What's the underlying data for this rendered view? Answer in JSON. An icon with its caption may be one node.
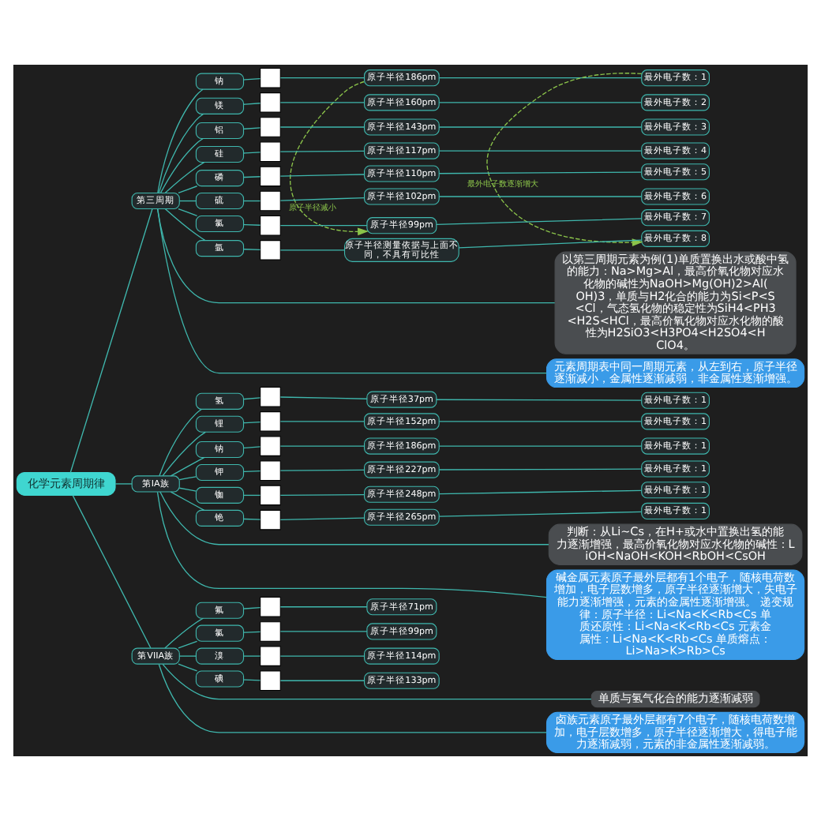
{
  "diagram": {
    "nodes": [
      {
        "text": [
          "化学元素周期律"
        ]
      },
      {
        "text": [
          "第三周期"
        ]
      },
      {
        "text": [
          "钠"
        ]
      },
      {
        "text": [],
        "shape": "box"
      },
      {
        "text": [
          "原子半径186pm"
        ]
      },
      {
        "text": [
          "最外电子数：1"
        ]
      },
      {
        "text": [
          "镁"
        ]
      },
      {
        "text": [],
        "shape": "box"
      },
      {
        "text": [
          "原子半径160pm"
        ]
      },
      {
        "text": [
          "最外电子数：2"
        ]
      },
      {
        "text": [
          "铝"
        ]
      },
      {
        "text": [],
        "shape": "box"
      },
      {
        "text": [
          "原子半径143pm"
        ]
      },
      {
        "text": [
          "最外电子数：3"
        ]
      },
      {
        "text": [
          "硅"
        ]
      },
      {
        "text": [],
        "shape": "box"
      },
      {
        "text": [
          "原子半径117pm"
        ]
      },
      {
        "text": [
          "最外电子数：4"
        ]
      },
      {
        "text": [
          "磷"
        ]
      },
      {
        "text": [],
        "shape": "box"
      },
      {
        "text": [
          "原子半径110pm"
        ]
      },
      {
        "text": [
          "最外电子数：5"
        ]
      },
      {
        "text": [
          "硫"
        ]
      },
      {
        "text": [],
        "shape": "box"
      },
      {
        "text": [
          "原子半径102pm"
        ]
      },
      {
        "text": [
          "最外电子数：6"
        ]
      },
      {
        "text": [
          "氯"
        ]
      },
      {
        "text": [],
        "shape": "box"
      },
      {
        "text": [
          "原子半径99pm"
        ]
      },
      {
        "text": [
          "最外电子数：7"
        ]
      },
      {
        "text": [
          "氩"
        ]
      },
      {
        "text": [],
        "shape": "box"
      },
      {
        "text": [
          "原子半径测量依据与上面不同，不具有可比性"
        ]
      },
      {
        "text": [
          "最外电子数：8"
        ]
      },
      {
        "text": [
          "以第三周期元素为例(1)单质置换出水或酸中氢的能力：Na>Mg>Al，最高价氧化物对应水化物的碱性为NaOH>Mg(OH)2>Al(OH)3，单质与H2化合的能力为Si<P<S<Cl，气态氢化物的稳定性为SiH4<PH3<H2S<HCl，最高价氧化物对应水化物的酸性为H2SiO3<H3PO4<H2SO4<HClO4。"
        ]
      },
      {
        "text": [
          "元素周期表中同一周期元素，从左到右，原子半径逐渐减小，金属性逐渐减弱，非金属性逐渐增强。"
        ]
      },
      {
        "text": [
          "第IA族"
        ]
      },
      {
        "text": [
          "氢"
        ]
      },
      {
        "text": [],
        "shape": "box"
      },
      {
        "text": [
          "原子半径37pm"
        ]
      },
      {
        "text": [
          "最外电子数：1"
        ]
      },
      {
        "text": [
          "锂"
        ]
      },
      {
        "text": [],
        "shape": "box"
      },
      {
        "text": [
          "原子半径152pm"
        ]
      },
      {
        "text": [
          "最外电子数：1"
        ]
      },
      {
        "text": [
          "钠"
        ]
      },
      {
        "text": [],
        "shape": "box"
      },
      {
        "text": [
          "原子半径186pm"
        ]
      },
      {
        "text": [
          "最外电子数：1"
        ]
      },
      {
        "text": [
          "钾"
        ]
      },
      {
        "text": [],
        "shape": "box"
      },
      {
        "text": [
          "原子半径227pm"
        ]
      },
      {
        "text": [
          "最外电子数：1"
        ]
      },
      {
        "text": [
          "铷"
        ]
      },
      {
        "text": [],
        "shape": "box"
      },
      {
        "text": [
          "原子半径248pm"
        ]
      },
      {
        "text": [
          "最外电子数：1"
        ]
      },
      {
        "text": [
          "铯"
        ]
      },
      {
        "text": [],
        "shape": "box"
      },
      {
        "text": [
          "原子半径265pm"
        ]
      },
      {
        "text": [
          "最外电子数：1"
        ]
      },
      {
        "text": [
          "判断：从Li~Cs，在H+或水中置换出氢的能力逐渐增强，最高价氧化物对应水化物的碱性：LiOH<NaOH<KOH<RbOH<CsOH"
        ]
      },
      {
        "text": [
          "碱金属元素原子最外层都有1个电子，随核电荷数增加，电子层数增多，原子半径逐渐增大，失电子能力逐渐增强，元素的金属性逐渐增强。 递变规律：原子半径：Li<Na<K<Rb<Cs 单质还原性：Li<Na<K<Rb<Cs 元素金属性：Li<Na<K<Rb<Cs 单质熔点：Li>Na>K>Rb>Cs"
        ]
      },
      {
        "text": [
          "第VIIA族"
        ]
      },
      {
        "text": [
          "氟"
        ]
      },
      {
        "text": [],
        "shape": "box"
      },
      {
        "text": [
          "原子半径71pm"
        ]
      },
      {
        "text": [
          "氯"
        ]
      },
      {
        "text": [],
        "shape": "box"
      },
      {
        "text": [
          "原子半径99pm"
        ]
      },
      {
        "text": [
          "溴"
        ]
      },
      {
        "text": [],
        "shape": "box"
      },
      {
        "text": [
          "原子半径114pm"
        ]
      },
      {
        "text": [
          "碘"
        ]
      },
      {
        "text": [],
        "shape": "box"
      },
      {
        "text": [
          "原子半径133pm"
        ]
      },
      {
        "text": [
          "单质与氢气化合的能力逐渐减弱"
        ]
      },
      {
        "text": [
          "卤族元素原子最外层都有7个电子，随核电荷数增加，电子层数增多，原子半径逐渐增大，得电子能力逐渐减弱，元素的非金属性逐渐减弱。"
        ]
      }
    ],
    "edges": [
      {
        "from": 0,
        "to": 1,
        "arrow": "none"
      },
      {
        "from": 1,
        "to": 2,
        "arrow": "none"
      },
      {
        "from": 2,
        "to": 3,
        "arrow": "none"
      },
      {
        "from": 3,
        "to": 4,
        "arrow": "none"
      },
      {
        "from": 4,
        "to": 5,
        "arrow": "none"
      },
      {
        "from": 1,
        "to": 6,
        "arrow": "none"
      },
      {
        "from": 6,
        "to": 7,
        "arrow": "none"
      },
      {
        "from": 7,
        "to": 8,
        "arrow": "none"
      },
      {
        "from": 8,
        "to": 9,
        "arrow": "none"
      },
      {
        "from": 1,
        "to": 10,
        "arrow": "none"
      },
      {
        "from": 10,
        "to": 11,
        "arrow": "none"
      },
      {
        "from": 11,
        "to": 12,
        "arrow": "none"
      },
      {
        "from": 12,
        "to": 13,
        "arrow": "none"
      },
      {
        "from": 1,
        "to": 14,
        "arrow": "none"
      },
      {
        "from": 14,
        "to": 15,
        "arrow": "none"
      },
      {
        "from": 15,
        "to": 16,
        "arrow": "none"
      },
      {
        "from": 16,
        "to": 17,
        "arrow": "none"
      },
      {
        "from": 1,
        "to": 18,
        "arrow": "none"
      },
      {
        "from": 18,
        "to": 19,
        "arrow": "none"
      },
      {
        "from": 19,
        "to": 20,
        "arrow": "none"
      },
      {
        "from": 20,
        "to": 21,
        "arrow": "none"
      },
      {
        "from": 1,
        "to": 22,
        "arrow": "none"
      },
      {
        "from": 22,
        "to": 23,
        "arrow": "none"
      },
      {
        "from": 23,
        "to": 24,
        "arrow": "none"
      },
      {
        "from": 24,
        "to": 25,
        "arrow": "none"
      },
      {
        "from": 1,
        "to": 26,
        "arrow": "none"
      },
      {
        "from": 26,
        "to": 27,
        "arrow": "none"
      },
      {
        "from": 27,
        "to": 28,
        "arrow": "none"
      },
      {
        "from": 28,
        "to": 29,
        "arrow": "none"
      },
      {
        "from": 1,
        "to": 30,
        "arrow": "none"
      },
      {
        "from": 30,
        "to": 31,
        "arrow": "none"
      },
      {
        "from": 31,
        "to": 32,
        "arrow": "none"
      },
      {
        "from": 32,
        "to": 33,
        "arrow": "none"
      },
      {
        "from": 1,
        "to": 34,
        "arrow": "none"
      },
      {
        "from": 1,
        "to": 35,
        "arrow": "none"
      },
      {
        "from": 4,
        "to": 28,
        "label": "原子半径减小",
        "arrow": "to",
        "style": "dashed",
        "color": "#8bc34a"
      },
      {
        "from": 5,
        "to": 33,
        "label": "最外电子数逐渐增大",
        "arrow": "to",
        "style": "dashed",
        "color": "#8bc34a"
      },
      {
        "from": 0,
        "to": 36,
        "arrow": "none"
      },
      {
        "from": 36,
        "to": 37,
        "arrow": "none"
      },
      {
        "from": 37,
        "to": 38,
        "arrow": "none"
      },
      {
        "from": 38,
        "to": 39,
        "arrow": "none"
      },
      {
        "from": 39,
        "to": 40,
        "arrow": "none"
      },
      {
        "from": 36,
        "to": 41,
        "arrow": "none"
      },
      {
        "from": 41,
        "to": 42,
        "arrow": "none"
      },
      {
        "from": 42,
        "to": 43,
        "arrow": "none"
      },
      {
        "from": 43,
        "to": 44,
        "arrow": "none"
      },
      {
        "from": 36,
        "to": 45,
        "arrow": "none"
      },
      {
        "from": 45,
        "to": 46,
        "arrow": "none"
      },
      {
        "from": 46,
        "to": 47,
        "arrow": "none"
      },
      {
        "from": 47,
        "to": 48,
        "arrow": "none"
      },
      {
        "from": 36,
        "to": 49,
        "arrow": "none"
      },
      {
        "from": 49,
        "to": 50,
        "arrow": "none"
      },
      {
        "from": 50,
        "to": 51,
        "arrow": "none"
      },
      {
        "from": 51,
        "to": 52,
        "arrow": "none"
      },
      {
        "from": 36,
        "to": 53,
        "arrow": "none"
      },
      {
        "from": 53,
        "to": 54,
        "arrow": "none"
      },
      {
        "from": 54,
        "to": 55,
        "arrow": "none"
      },
      {
        "from": 55,
        "to": 56,
        "arrow": "none"
      },
      {
        "from": 36,
        "to": 57,
        "arrow": "none"
      },
      {
        "from": 57,
        "to": 58,
        "arrow": "none"
      },
      {
        "from": 58,
        "to": 59,
        "arrow": "none"
      },
      {
        "from": 59,
        "to": 60,
        "arrow": "none"
      },
      {
        "from": 36,
        "to": 61,
        "arrow": "none"
      },
      {
        "from": 36,
        "to": 62,
        "arrow": "none"
      },
      {
        "from": 0,
        "to": 63,
        "arrow": "none"
      },
      {
        "from": 63,
        "to": 64,
        "arrow": "none"
      },
      {
        "from": 64,
        "to": 65,
        "arrow": "none"
      },
      {
        "from": 65,
        "to": 66,
        "arrow": "none"
      },
      {
        "from": 63,
        "to": 67,
        "arrow": "none"
      },
      {
        "from": 67,
        "to": 68,
        "arrow": "none"
      },
      {
        "from": 68,
        "to": 69,
        "arrow": "none"
      },
      {
        "from": 63,
        "to": 70,
        "arrow": "none"
      },
      {
        "from": 70,
        "to": 71,
        "arrow": "none"
      },
      {
        "from": 71,
        "to": 72,
        "arrow": "none"
      },
      {
        "from": 63,
        "to": 73,
        "arrow": "none"
      },
      {
        "from": 73,
        "to": 74,
        "arrow": "none"
      },
      {
        "from": 74,
        "to": 75,
        "arrow": "none"
      },
      {
        "from": 63,
        "to": 76,
        "arrow": "none"
      },
      {
        "from": 63,
        "to": 77,
        "arrow": "none"
      }
    ]
  }
}
